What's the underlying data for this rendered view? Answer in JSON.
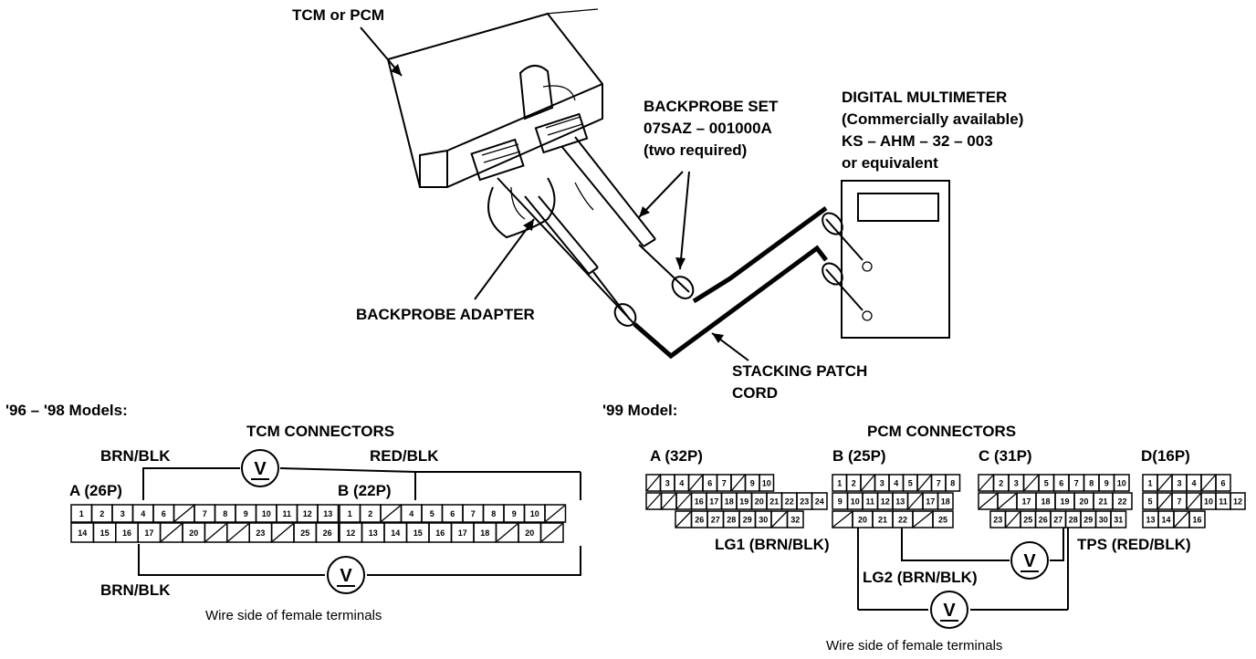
{
  "illustration": {
    "tcm_pcm_label": "TCM or PCM",
    "backprobe_set": [
      "BACKPROBE SET",
      "07SAZ – 001000A",
      "(two required)"
    ],
    "multimeter": [
      "DIGITAL MULTIMETER",
      "(Commercially available)",
      "KS – AHM – 32 – 003",
      "or equivalent"
    ],
    "backprobe_adapter": "BACKPROBE ADAPTER",
    "stacking_cord": [
      "STACKING PATCH",
      "CORD"
    ]
  },
  "left": {
    "model_heading": "'96 – '98 Models:",
    "title": "TCM CONNECTORS",
    "wire_top_left": "BRN/BLK",
    "wire_top_right": "RED/BLK",
    "wire_bottom": "BRN/BLK",
    "connector_a": "A (26P)",
    "connector_b": "B (22P)",
    "footnote": "Wire side of female terminals",
    "meter_symbol": "V",
    "a_row1": [
      "1",
      "2",
      "3",
      "4",
      "6",
      "/",
      "7",
      "8",
      "9",
      "10",
      "11",
      "12",
      "13"
    ],
    "a_row2": [
      "14",
      "15",
      "16",
      "17",
      "/",
      "20",
      "/",
      "/",
      "23",
      "/",
      "25",
      "26"
    ],
    "b_row1": [
      "1",
      "2",
      "/",
      "4",
      "5",
      "6",
      "7",
      "8",
      "9",
      "10",
      "/"
    ],
    "b_row2": [
      "12",
      "13",
      "14",
      "15",
      "16",
      "17",
      "18",
      "/",
      "20",
      "/"
    ]
  },
  "right": {
    "model_heading": "'99 Model:",
    "title": "PCM CONNECTORS",
    "connector_a": "A (32P)",
    "connector_b": "B (25P)",
    "connector_c": "C (31P)",
    "connector_d": "D(16P)",
    "lg1": "LG1 (BRN/BLK)",
    "lg2": "LG2 (BRN/BLK)",
    "tps": "TPS (RED/BLK)",
    "footnote": "Wire side of female terminals",
    "meter_symbol": "V",
    "a_row1": [
      "/",
      "3",
      "4",
      "/",
      "6",
      "7",
      "/",
      "9",
      "10"
    ],
    "a_row2": [
      "/",
      "/",
      "/",
      "16",
      "17",
      "18",
      "19",
      "20",
      "21",
      "22",
      "23",
      "24"
    ],
    "a_row3": [
      "/",
      "26",
      "27",
      "28",
      "29",
      "30",
      "/",
      "32"
    ],
    "b_row1": [
      "1",
      "2",
      "/",
      "3",
      "4",
      "5",
      "/",
      "7",
      "8"
    ],
    "b_row2": [
      "9",
      "10",
      "11",
      "12",
      "13",
      "/",
      "17",
      "18"
    ],
    "b_row3": [
      "/",
      "20",
      "21",
      "22",
      "/",
      "25"
    ],
    "c_row1": [
      "/",
      "2",
      "3",
      "/",
      "5",
      "6",
      "7",
      "8",
      "9",
      "10"
    ],
    "c_row2": [
      "/",
      "/",
      "17",
      "18",
      "19",
      "20",
      "21",
      "22"
    ],
    "c_row3": [
      "23",
      "/",
      "25",
      "26",
      "27",
      "28",
      "29",
      "30",
      "31"
    ],
    "d_row1": [
      "1",
      "/",
      "3",
      "4",
      "/",
      "6"
    ],
    "d_row2": [
      "5",
      "/",
      "7",
      "/",
      "10",
      "11",
      "12"
    ],
    "d_row3": [
      "13",
      "14",
      "/",
      "16"
    ]
  }
}
